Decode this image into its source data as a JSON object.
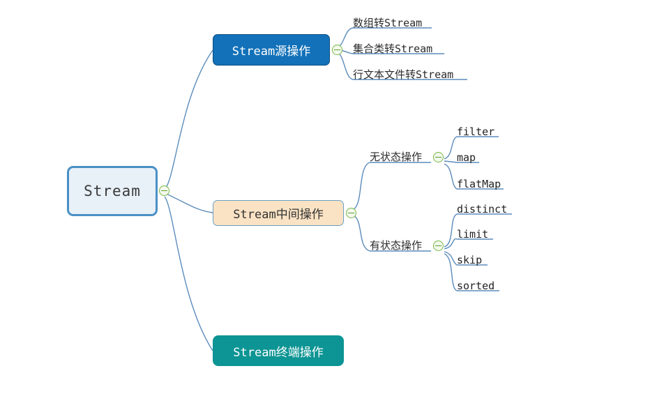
{
  "document": {
    "type": "mind-map",
    "background_color": "#ffffff",
    "accent_colors": {
      "root_fill": "#e8f0f8",
      "root_border": "#4a90c4",
      "source_fill": "#1271b8",
      "middle_fill": "#fae3c4",
      "terminal_fill": "#0d9494",
      "connector": "#5b8bbb",
      "toggle_green": "#76b843"
    }
  },
  "root": {
    "label": "Stream"
  },
  "branches": [
    {
      "label": "Stream源操作",
      "children": [
        {
          "label": "数组转Stream"
        },
        {
          "label": "集合类转Stream"
        },
        {
          "label": "行文本文件转Stream"
        }
      ]
    },
    {
      "label": "Stream中间操作",
      "children": [
        {
          "label": "无状态操作",
          "children": [
            {
              "label": "filter"
            },
            {
              "label": "map"
            },
            {
              "label": "flatMap"
            }
          ]
        },
        {
          "label": "有状态操作",
          "children": [
            {
              "label": "distinct"
            },
            {
              "label": "limit"
            },
            {
              "label": "skip"
            },
            {
              "label": "sorted"
            }
          ]
        }
      ]
    },
    {
      "label": "Stream终端操作",
      "children": []
    }
  ],
  "toggles": {
    "root": "collapse-toggle",
    "source": "collapse-toggle",
    "middle": "collapse-toggle",
    "stateless": "collapse-toggle",
    "stateful": "collapse-toggle"
  }
}
